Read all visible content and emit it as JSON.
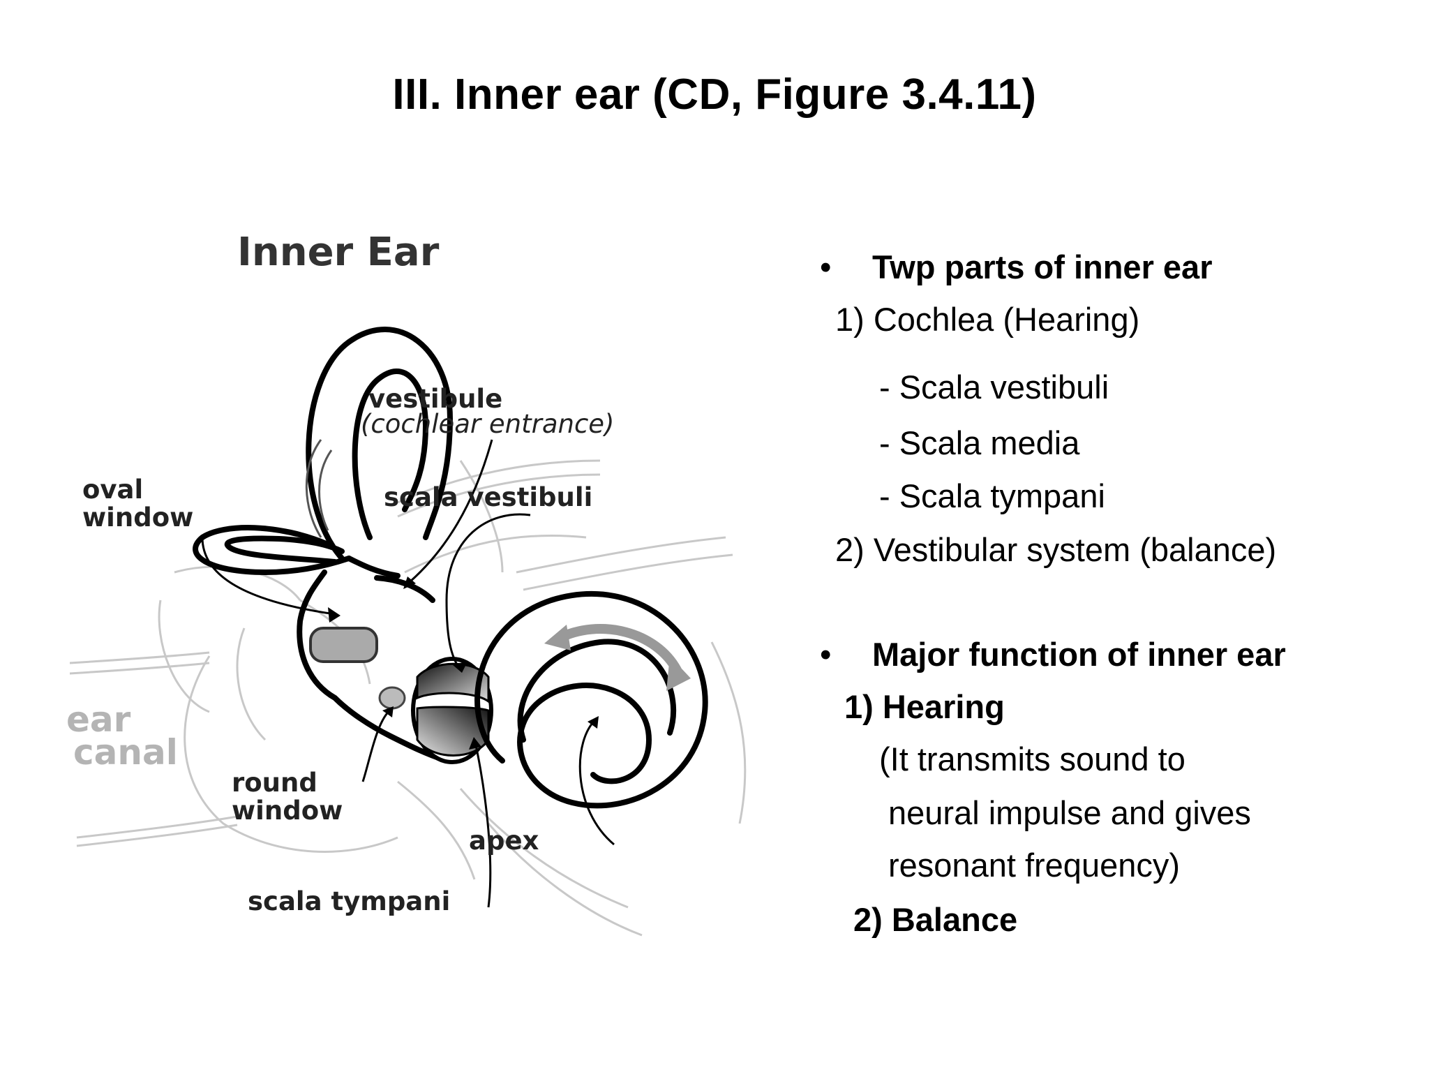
{
  "slide": {
    "title": "III. Inner ear (CD, Figure 3.4.11)"
  },
  "figure": {
    "title": "Inner Ear",
    "labels": {
      "vestibule": "vestibule",
      "cochlear_entrance": "(cochlear entrance)",
      "oval": "oval",
      "window_oval": "window",
      "scala_vestibuli": "scala vestibuli",
      "ear": "ear",
      "canal": "canal",
      "round": "round",
      "window_round": "window",
      "apex": "apex",
      "scala_tympani": "scala tympani"
    }
  },
  "notes": {
    "bullet_glyph": "•",
    "section1": {
      "heading": "Twp parts of inner ear",
      "item1": "1) Cochlea (Hearing)",
      "sub1": "- Scala vestibuli",
      "sub2": "- Scala media",
      "sub3": "- Scala tympani",
      "item2": "2) Vestibular system (balance)"
    },
    "section2": {
      "heading": "Major function of inner ear",
      "item1": "1) Hearing",
      "desc1": "(It transmits sound to",
      "desc2": "neural impulse and gives",
      "desc3": "resonant frequency)",
      "item2": "2) Balance"
    }
  }
}
